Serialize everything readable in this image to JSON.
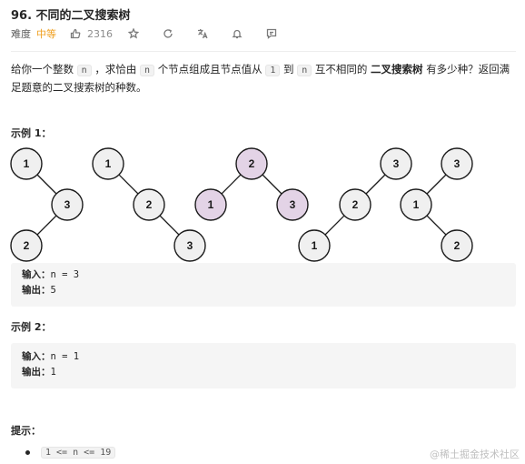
{
  "problem": {
    "title": "96. 不同的二叉搜索树",
    "difficulty_label": "难度",
    "difficulty": "中等",
    "likes": "2316",
    "icons": [
      "thumbs-up-icon",
      "star-icon",
      "share-icon",
      "translate-icon",
      "bell-icon",
      "comment-icon"
    ]
  },
  "description": {
    "p1": "给你一个整数",
    "n": "n",
    "p2": "，求恰由",
    "p3": "个节点组成且节点值从",
    "one": "1",
    "p4": "到",
    "p5": "互不相同的",
    "bold": "二叉搜索树",
    "p6": "有多少种？返回满足题意的二叉搜索树的种数。"
  },
  "examples": [
    {
      "label": "示例 1：",
      "input_key": "输入：",
      "input_val": "n = 3",
      "output_key": "输出：",
      "output_val": "5",
      "trees": [
        {
          "root": "1",
          "nodes": [
            "1",
            "3",
            "2"
          ]
        },
        {
          "root": "1",
          "nodes": [
            "1",
            "2",
            "3"
          ]
        },
        {
          "root": "2",
          "nodes": [
            "2",
            "1",
            "3"
          ]
        },
        {
          "root": "3",
          "nodes": [
            "3",
            "2",
            "1"
          ]
        },
        {
          "root": "3",
          "nodes": [
            "3",
            "1",
            "2"
          ]
        }
      ]
    },
    {
      "label": "示例 2：",
      "input_key": "输入：",
      "input_val": "n = 1",
      "output_key": "输出：",
      "output_val": "1"
    }
  ],
  "hints": {
    "label": "提示：",
    "items": [
      "1 <= n <= 19"
    ]
  },
  "watermark": "@稀土掘金技术社区",
  "colors": {
    "difficulty": "#f0a020",
    "node_fill": "#f0f0f0",
    "highlight_fill": "#e3d3e6"
  }
}
